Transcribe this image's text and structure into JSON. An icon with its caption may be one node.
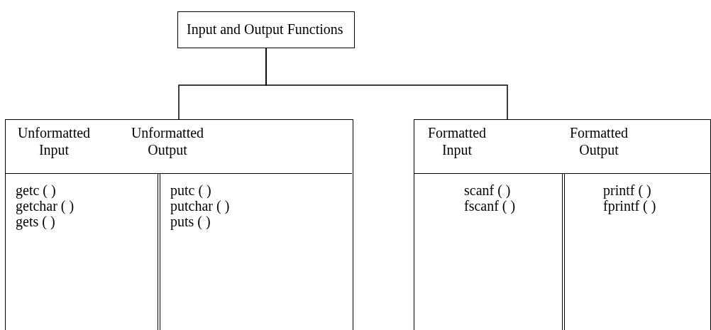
{
  "diagram": {
    "nodes": [
      {
        "text": [
          "Input and Output Functions"
        ]
      },
      {
        "text": [],
        "shape": "box"
      },
      {
        "text": [
          "Unformatted Input",
          "Unformatted Output"
        ],
        "in": 1
      },
      {
        "text": [
          "getc ( )",
          "getchar ( )",
          "gets ( )"
        ],
        "in": 1
      },
      {
        "text": [
          "putc ( )",
          "putchar ( )",
          "puts ( )"
        ],
        "in": 1
      },
      {
        "text": [],
        "shape": "box"
      },
      {
        "text": [
          "Formatted Input",
          "Formatted Output"
        ],
        "in": 5
      },
      {
        "text": [
          "scanf ( )",
          "fscanf ( )"
        ],
        "in": 5
      },
      {
        "text": [
          "printf ( )",
          "fprintf ( )"
        ],
        "in": 5
      }
    ],
    "edges": [
      {
        "from": 0,
        "to": 1,
        "arrow": "none"
      },
      {
        "from": 0,
        "to": 5,
        "arrow": "none"
      }
    ]
  }
}
